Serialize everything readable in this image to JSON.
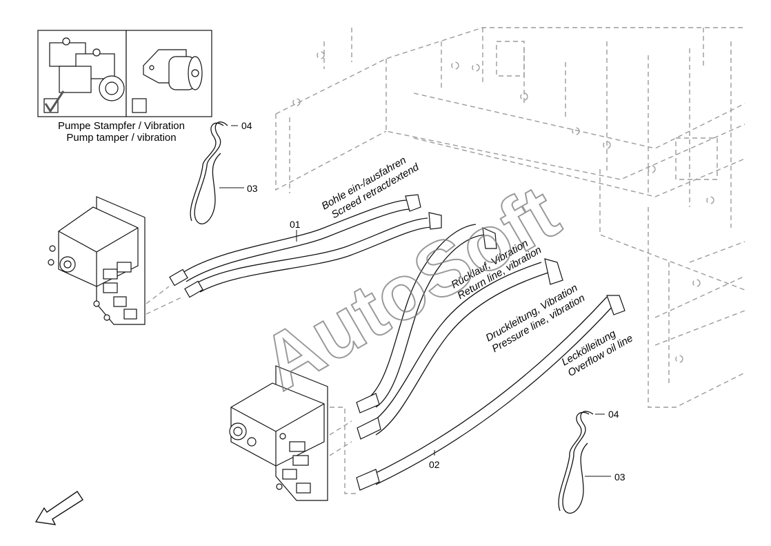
{
  "variant_selector": {
    "title_de": "Pumpe Stampfer / Vibration",
    "title_en": "Pump tamper / vibration",
    "option_a_checked": true,
    "option_b_checked": false
  },
  "callouts": {
    "c01": "01",
    "c02": "02",
    "c03_upper": "03",
    "c04_upper": "04",
    "c03_lower": "03",
    "c04_lower": "04"
  },
  "hose_labels": {
    "screed_de": "Bohle ein-/ausfahren",
    "screed_en": "Screed retract/extend",
    "return_de": "Rücklauf, Vibration",
    "return_en": "Return line, vibration",
    "pressure_de": "Druckleitung, Vibration",
    "pressure_en": "Pressure line, vibration",
    "overflow_de": "Leckölleitung",
    "overflow_en": "Overflow oil line"
  },
  "watermark": "AutoSoft",
  "icons": {
    "orientation": "direction-arrow-icon",
    "checked": "checkmark-icon"
  }
}
